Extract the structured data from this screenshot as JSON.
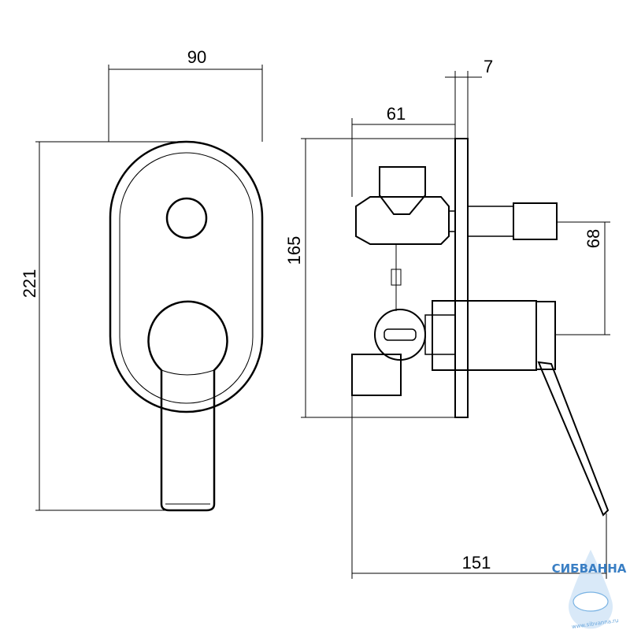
{
  "drawing": {
    "dimensions": {
      "width_front": "90",
      "height_front": "221",
      "plate_thickness": "7",
      "body_depth": "61",
      "body_height": "165",
      "outlet_spacing": "68",
      "total_depth": "151"
    }
  },
  "watermark": {
    "brand": "СИБВАННА",
    "url": "www.sibvanna.ru"
  }
}
